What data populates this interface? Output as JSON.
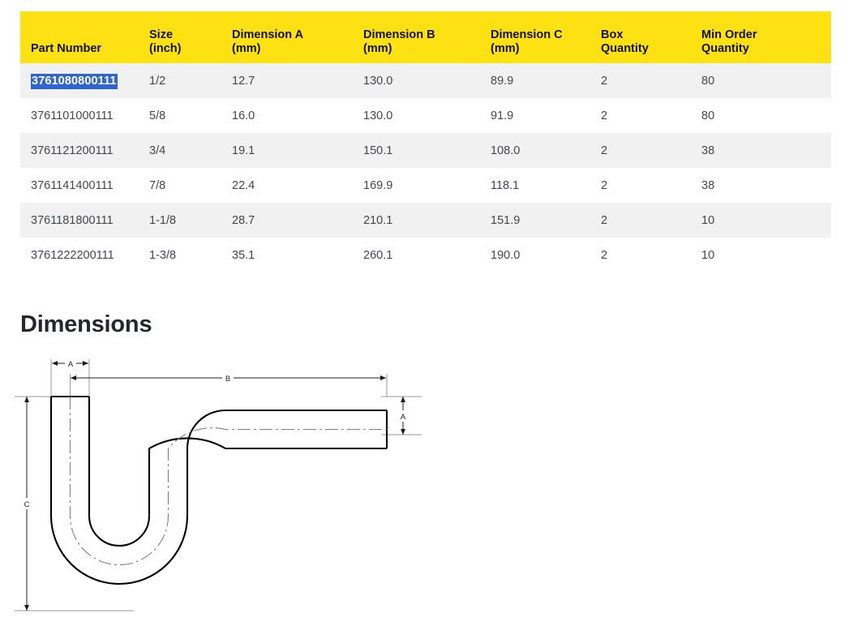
{
  "table": {
    "name": "part-specification-table",
    "header_bg": "#FDE113",
    "row_alt_bg": "#F1F1F1",
    "selection_color": "#2f65ce",
    "columns": [
      {
        "line1": "",
        "line2": "Part Number"
      },
      {
        "line1": "Size",
        "line2": "(inch)"
      },
      {
        "line1": "Dimension A",
        "line2": "(mm)"
      },
      {
        "line1": "Dimension B",
        "line2": "(mm)"
      },
      {
        "line1": "Dimension C",
        "line2": "(mm)"
      },
      {
        "line1": "Box",
        "line2": "Quantity"
      },
      {
        "line1": "Min Order",
        "line2": "Quantity"
      }
    ],
    "rows": [
      {
        "part": "3761080800111",
        "size": "1/2",
        "dim_a": "12.7",
        "dim_b": "130.0",
        "dim_c": "89.9",
        "box_qty": "2",
        "min_order": "80",
        "selected": true
      },
      {
        "part": "3761101000111",
        "size": "5/8",
        "dim_a": "16.0",
        "dim_b": "130.0",
        "dim_c": "91.9",
        "box_qty": "2",
        "min_order": "80",
        "selected": false
      },
      {
        "part": "3761121200111",
        "size": "3/4",
        "dim_a": "19.1",
        "dim_b": "150.1",
        "dim_c": "108.0",
        "box_qty": "2",
        "min_order": "38",
        "selected": false
      },
      {
        "part": "3761141400111",
        "size": "7/8",
        "dim_a": "22.4",
        "dim_b": "169.9",
        "dim_c": "118.1",
        "box_qty": "2",
        "min_order": "38",
        "selected": false
      },
      {
        "part": "3761181800111",
        "size": "1-1/8",
        "dim_a": "28.7",
        "dim_b": "210.1",
        "dim_c": "151.9",
        "box_qty": "2",
        "min_order": "10",
        "selected": false
      },
      {
        "part": "3761222200111",
        "size": "1-3/8",
        "dim_a": "35.1",
        "dim_b": "260.1",
        "dim_c": "190.0",
        "box_qty": "2",
        "min_order": "10",
        "selected": false
      }
    ]
  },
  "dimensions": {
    "heading": "Dimensions",
    "drawing": {
      "name": "u-bend-pipe-technical-drawing",
      "labels": {
        "a_top": "A",
        "a_right": "A",
        "b": "B",
        "c": "C"
      }
    }
  }
}
